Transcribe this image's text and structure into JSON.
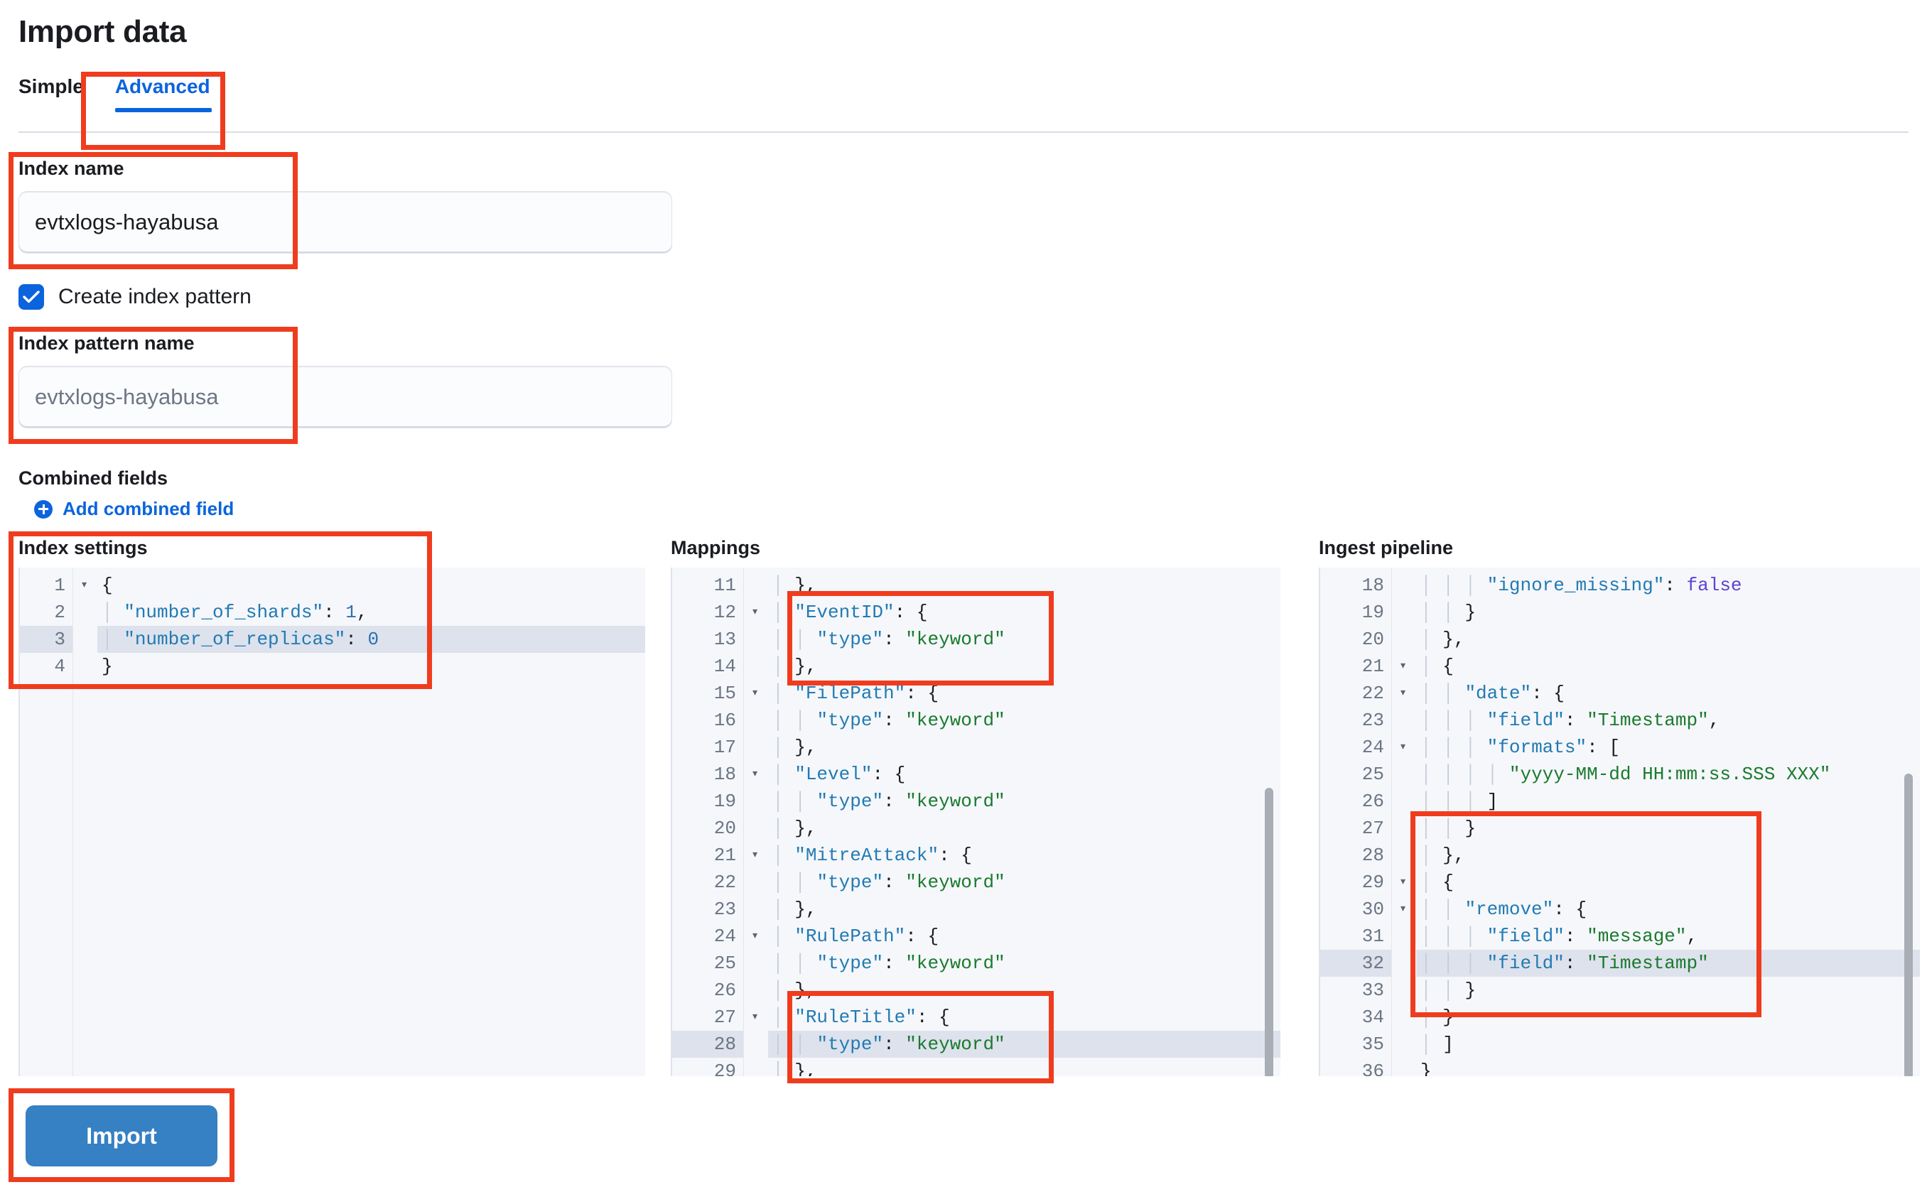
{
  "page": {
    "title": "Import data"
  },
  "tabs": [
    {
      "label": "Simple",
      "active": false
    },
    {
      "label": "Advanced",
      "active": true
    }
  ],
  "index_name": {
    "label": "Index name",
    "value": "evtxlogs-hayabusa",
    "placeholder": ""
  },
  "create_index_pattern": {
    "label": "Create index pattern",
    "checked": true
  },
  "index_pattern_name": {
    "label": "Index pattern name",
    "value": "",
    "placeholder": "evtxlogs-hayabusa"
  },
  "combined_fields": {
    "label": "Combined fields",
    "add_label": "Add combined field"
  },
  "index_settings": {
    "title": "Index settings",
    "lines": [
      {
        "num": "1",
        "fold": true,
        "text": "{",
        "hl": false
      },
      {
        "num": "2",
        "fold": false,
        "text": "  \"number_of_shards\": 1,",
        "hl": false
      },
      {
        "num": "3",
        "fold": false,
        "text": "  \"number_of_replicas\": 0",
        "hl": true
      },
      {
        "num": "4",
        "fold": false,
        "text": "}",
        "hl": false
      }
    ]
  },
  "mappings": {
    "title": "Mappings",
    "lines": [
      {
        "num": "11",
        "fold": false,
        "text": "  },",
        "hl": false
      },
      {
        "num": "12",
        "fold": true,
        "text": "  \"EventID\": {",
        "hl": false
      },
      {
        "num": "13",
        "fold": false,
        "text": "    \"type\": \"keyword\"",
        "hl": false
      },
      {
        "num": "14",
        "fold": false,
        "text": "  },",
        "hl": false
      },
      {
        "num": "15",
        "fold": true,
        "text": "  \"FilePath\": {",
        "hl": false
      },
      {
        "num": "16",
        "fold": false,
        "text": "    \"type\": \"keyword\"",
        "hl": false
      },
      {
        "num": "17",
        "fold": false,
        "text": "  },",
        "hl": false
      },
      {
        "num": "18",
        "fold": true,
        "text": "  \"Level\": {",
        "hl": false
      },
      {
        "num": "19",
        "fold": false,
        "text": "    \"type\": \"keyword\"",
        "hl": false
      },
      {
        "num": "20",
        "fold": false,
        "text": "  },",
        "hl": false
      },
      {
        "num": "21",
        "fold": true,
        "text": "  \"MitreAttack\": {",
        "hl": false
      },
      {
        "num": "22",
        "fold": false,
        "text": "    \"type\": \"keyword\"",
        "hl": false
      },
      {
        "num": "23",
        "fold": false,
        "text": "  },",
        "hl": false
      },
      {
        "num": "24",
        "fold": true,
        "text": "  \"RulePath\": {",
        "hl": false
      },
      {
        "num": "25",
        "fold": false,
        "text": "    \"type\": \"keyword\"",
        "hl": false
      },
      {
        "num": "26",
        "fold": false,
        "text": "  },",
        "hl": false
      },
      {
        "num": "27",
        "fold": true,
        "text": "  \"RuleTitle\": {",
        "hl": false
      },
      {
        "num": "28",
        "fold": false,
        "text": "    \"type\": \"keyword\"",
        "hl": true
      },
      {
        "num": "29",
        "fold": false,
        "text": "  },",
        "hl": false
      }
    ]
  },
  "ingest_pipeline": {
    "title": "Ingest pipeline",
    "lines": [
      {
        "num": "18",
        "fold": false,
        "text": "      \"ignore_missing\": false",
        "hl": false
      },
      {
        "num": "19",
        "fold": false,
        "text": "    }",
        "hl": false
      },
      {
        "num": "20",
        "fold": false,
        "text": "  },",
        "hl": false
      },
      {
        "num": "21",
        "fold": true,
        "text": "  {",
        "hl": false
      },
      {
        "num": "22",
        "fold": true,
        "text": "    \"date\": {",
        "hl": false
      },
      {
        "num": "23",
        "fold": false,
        "text": "      \"field\": \"Timestamp\",",
        "hl": false
      },
      {
        "num": "24",
        "fold": true,
        "text": "      \"formats\": [",
        "hl": false
      },
      {
        "num": "25",
        "fold": false,
        "text": "        \"yyyy-MM-dd HH:mm:ss.SSS XXX\"",
        "hl": false
      },
      {
        "num": "26",
        "fold": false,
        "text": "      ]",
        "hl": false
      },
      {
        "num": "27",
        "fold": false,
        "text": "    }",
        "hl": false
      },
      {
        "num": "28",
        "fold": false,
        "text": "  },",
        "hl": false
      },
      {
        "num": "29",
        "fold": true,
        "text": "  {",
        "hl": false
      },
      {
        "num": "30",
        "fold": true,
        "text": "    \"remove\": {",
        "hl": false
      },
      {
        "num": "31",
        "fold": false,
        "text": "      \"field\": \"message\",",
        "hl": false
      },
      {
        "num": "32",
        "fold": false,
        "text": "      \"field\": \"Timestamp\"",
        "hl": true
      },
      {
        "num": "33",
        "fold": false,
        "text": "    }",
        "hl": false
      },
      {
        "num": "34",
        "fold": false,
        "text": "  }",
        "hl": false
      },
      {
        "num": "35",
        "fold": false,
        "text": "  ]",
        "hl": false
      },
      {
        "num": "36",
        "fold": false,
        "text": "}",
        "hl": false
      }
    ]
  },
  "import_button": {
    "label": "Import"
  },
  "colors": {
    "accent": "#0b64dd",
    "annotation": "#f03c1e",
    "button": "#3680c4",
    "string": "#1a7a2e",
    "key": "#227ab3"
  }
}
